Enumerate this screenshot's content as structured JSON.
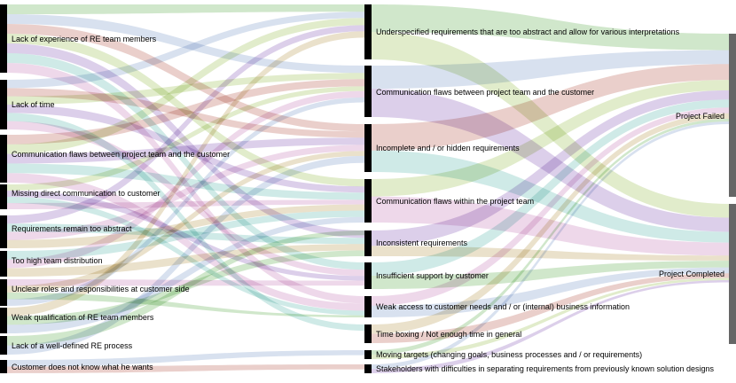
{
  "diagram": {
    "causes": [
      "Lack of experience of RE team members",
      "Lack of time",
      "Communication flaws between project team and the customer",
      "Missing direct communication to customer",
      "Requirements remain too abstract",
      "Too high team distribution",
      "Unclear roles and responsibilities at customer side",
      "Weak qualification of RE team members",
      "Lack of a well-defined RE process",
      "Customer does not know what he wants"
    ],
    "problems": [
      "Underspecified requirements that are too abstract and allow for various interpretations",
      "Communication flaws between project team and the customer",
      "Incomplete and / or hidden requirements",
      "Communication flaws within the project team",
      "Inconsistent requirements",
      "Insufficient support by customer",
      "Weak access to customer needs and / or (internal) business information",
      "Time boxing / Not enough time in general",
      "Moving targets (changing goals, business processes and / or requirements)",
      "Stakeholders with difficulties in separating requirements from previously known solution designs"
    ],
    "outcomes": [
      "Project Failed",
      "Project Completed"
    ],
    "colors": {
      "node": "#000000",
      "outcome_node": "#666666",
      "flow_palette": [
        "#a9d3a0",
        "#b8c9e1",
        "#d9a8a0",
        "#c9dca0",
        "#c0a8d9",
        "#a8d9d3",
        "#e0b8d9",
        "#d9c9a0"
      ]
    }
  }
}
